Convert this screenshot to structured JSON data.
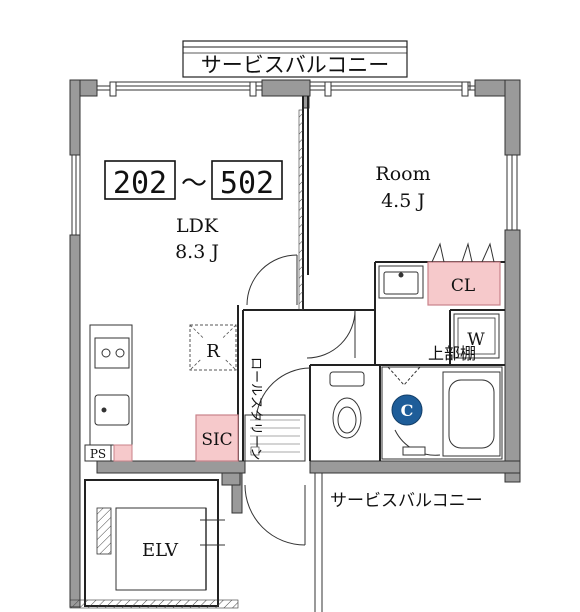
{
  "plan": {
    "balcony_top_label": "サービスバルコニー",
    "balcony_bottom_label": "サービスバルコニー",
    "unit_range": {
      "from": "202",
      "separator": "～",
      "to": "502"
    },
    "rooms": {
      "ldk_name": "LDK",
      "ldk_size": "8.3 J",
      "room_name": "Room",
      "room_size": "4.5 J"
    },
    "labels": {
      "closet": "CL",
      "shoe_closet": "SIC",
      "refrigerator": "R",
      "washer": "W",
      "upper_shelf": "上部棚",
      "roll_screen": "ロールスクリーン",
      "pipe_space": "PS",
      "elevator": "ELV",
      "water_heater": "C"
    },
    "colors": {
      "storage_fill": "#f6c9cb",
      "storage_stroke": "#c9828a",
      "wall": "#9a9a9a",
      "heater": "#1e5d99"
    }
  }
}
